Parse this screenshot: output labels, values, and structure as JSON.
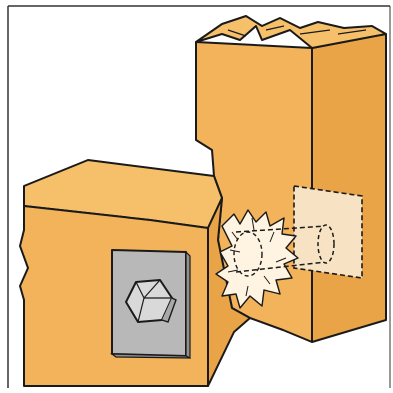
{
  "diagram": {
    "subject": "bolted-timber-joint",
    "parts": {
      "upright_post": {
        "role": "vertical timber member"
      },
      "horizontal_beam": {
        "role": "horizontal timber member"
      },
      "bolt": {
        "role": "hex bolt head",
        "icon": "hex-bolt-icon"
      },
      "washer_front": {
        "role": "square washer plate"
      },
      "washer_back": {
        "role": "hidden square washer (dashed)"
      },
      "bolt_shank": {
        "role": "hidden bolt shank (dashed)"
      },
      "splintering": {
        "role": "wood fibre damage around bolt hole"
      }
    },
    "colors": {
      "wood_front": "#F2B35A",
      "wood_side": "#E8A446",
      "wood_top": "#F6C06B",
      "outline": "#1a1a1a",
      "washer": "#B8B8B8",
      "washer_shadow": "#8f8f8f",
      "bolt_head": "#D9D9D9",
      "back_washer": "#F7E3C3",
      "damage": "#FFF4E2",
      "frame": "#333333"
    }
  }
}
